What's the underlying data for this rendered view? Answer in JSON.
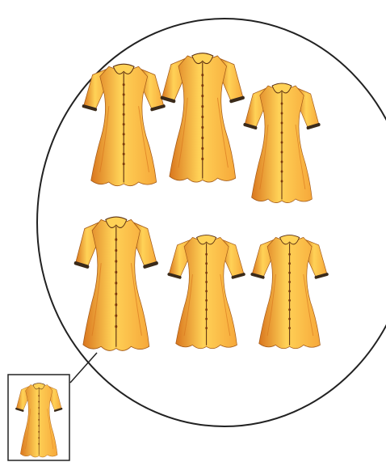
{
  "scene": {
    "subject": "dresses",
    "group_count": 6,
    "single_count": 1,
    "colors": {
      "background": "#ffffff",
      "outline": "#222222",
      "dress_light": "#ffd257",
      "dress_main": "#f6a83a",
      "dress_dark": "#d9761e",
      "trim": "#3a2a1a",
      "ink": "#5a2f10"
    }
  }
}
